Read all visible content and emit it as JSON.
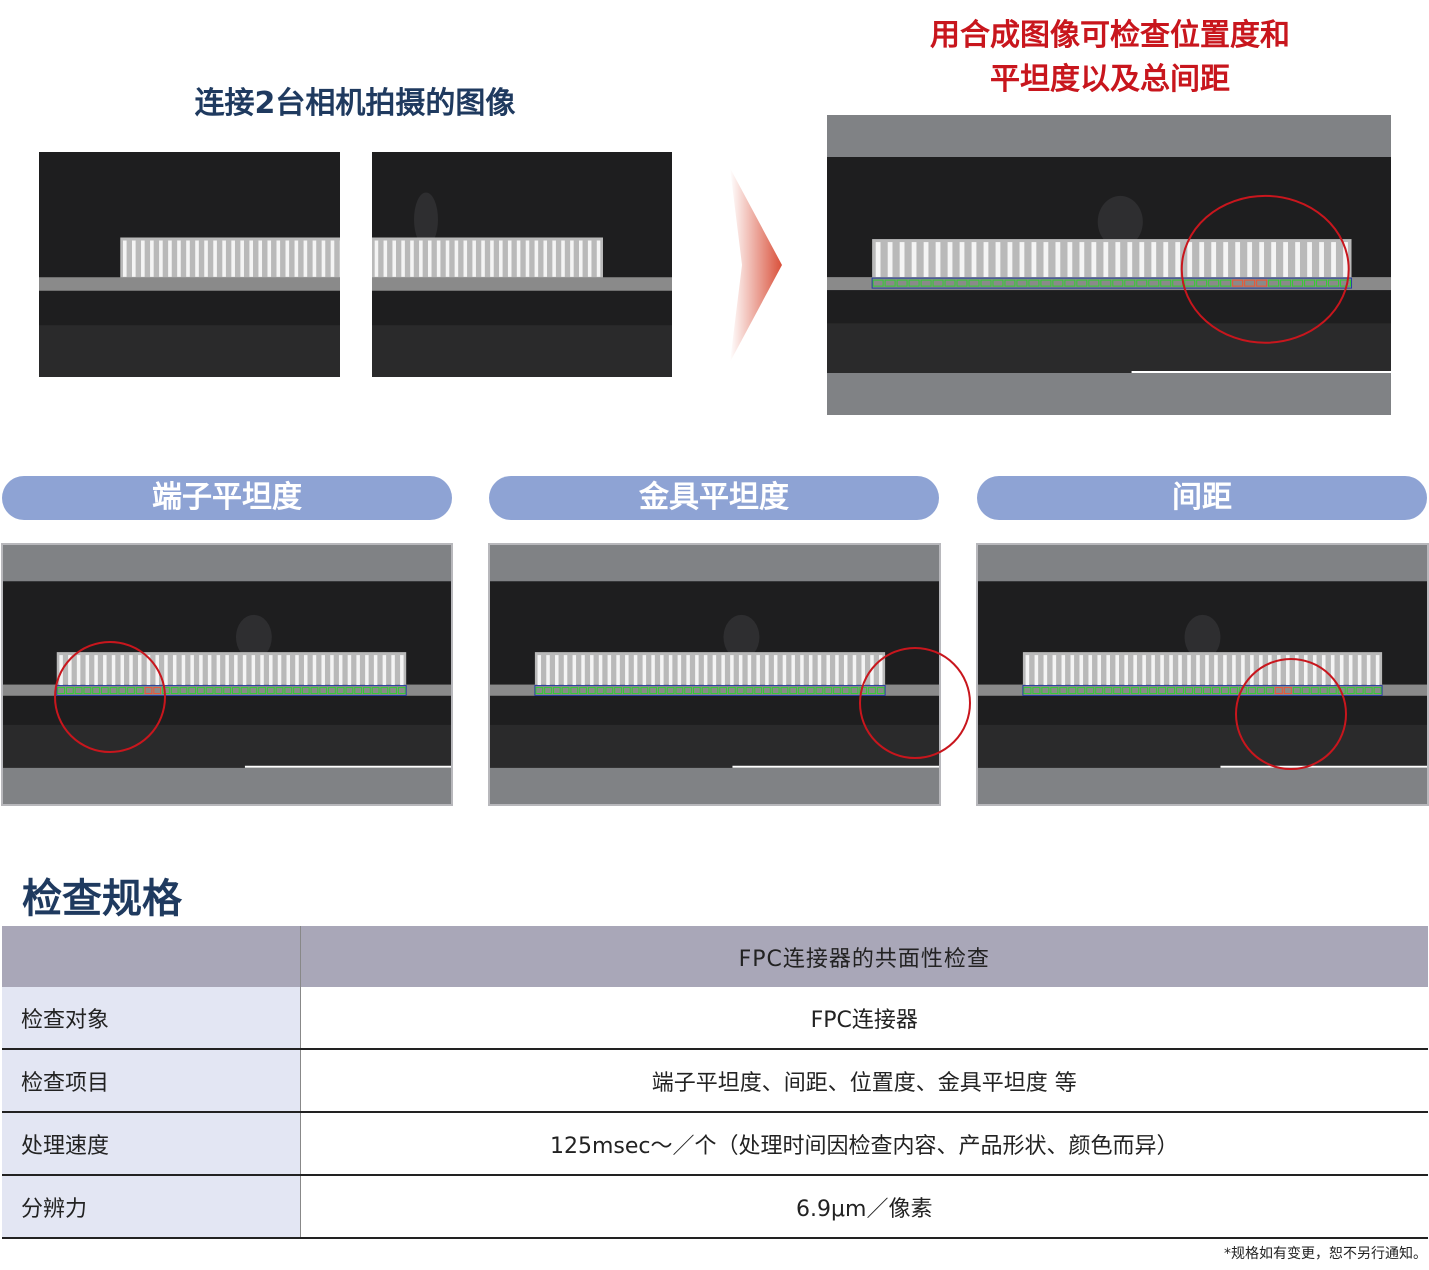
{
  "captions": {
    "left": "连接2台相机拍摄的图像",
    "right_line1": "用合成图像可检查位置度和",
    "right_line2": "平坦度以及总间距"
  },
  "categories": [
    "端子平坦度",
    "金具平坦度",
    "间距"
  ],
  "spec": {
    "title": "检查规格",
    "header": "FPC连接器的共面性检查",
    "rows": [
      {
        "label": "检查对象",
        "value": "FPC连接器"
      },
      {
        "label": "检查项目",
        "value": "端子平坦度、间距、位置度、金具平坦度 等"
      },
      {
        "label": "处理速度",
        "value": "125msec～／个（处理时间因检查内容、产品形状、颜色而异）"
      },
      {
        "label": "分辨力",
        "value": "6.9μm／像素"
      }
    ],
    "note": "*规格如有变更，恕不另行通知。"
  },
  "colors": {
    "accent_red": "#c8161d",
    "pill": "#8ea3d4",
    "title_blue": "#1f3a5f"
  }
}
